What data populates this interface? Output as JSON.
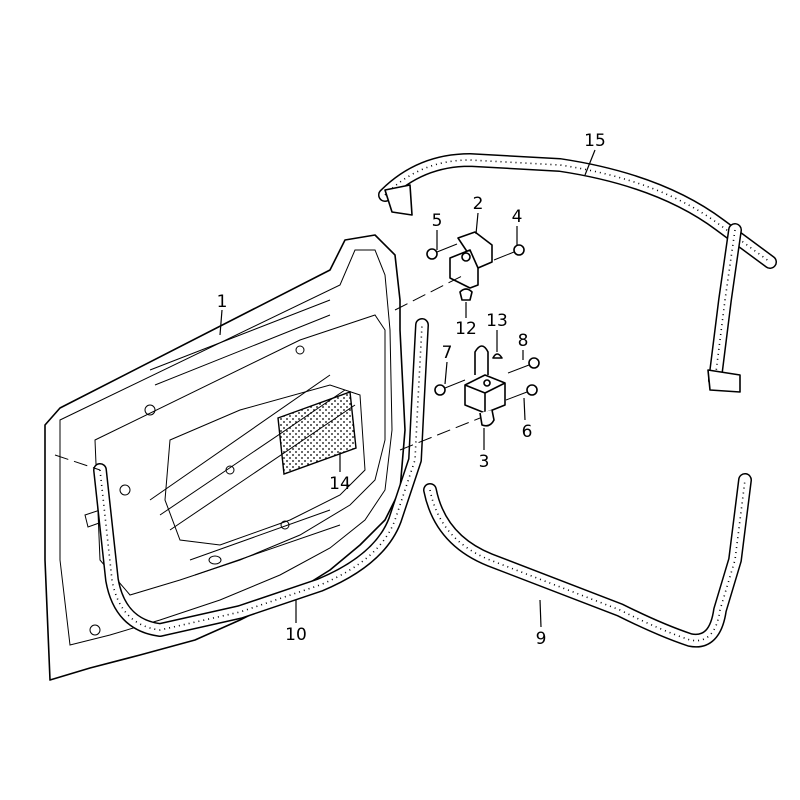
{
  "diagram": {
    "callouts": [
      {
        "id": "1",
        "part": "door-shell"
      },
      {
        "id": "2",
        "part": "upper-hinge"
      },
      {
        "id": "3",
        "part": "lower-hinge"
      },
      {
        "id": "4",
        "part": "bolt-upper-right"
      },
      {
        "id": "5",
        "part": "bolt-upper-left"
      },
      {
        "id": "6",
        "part": "bolt-lower-right"
      },
      {
        "id": "7",
        "part": "bolt-lower-left"
      },
      {
        "id": "8",
        "part": "bolt-lower-upper-right"
      },
      {
        "id": "9",
        "part": "lower-body-seal"
      },
      {
        "id": "10",
        "part": "door-seal"
      },
      {
        "id": "12",
        "part": "hinge-cap"
      },
      {
        "id": "13",
        "part": "cap"
      },
      {
        "id": "14",
        "part": "sound-pad"
      },
      {
        "id": "15",
        "part": "upper-frame-seal"
      }
    ]
  }
}
